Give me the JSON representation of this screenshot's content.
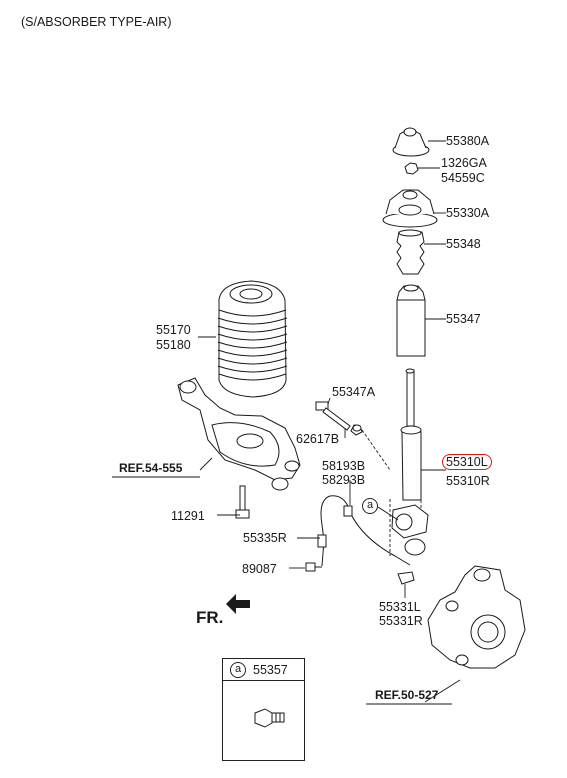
{
  "title": "(S/ABSORBER TYPE-AIR)",
  "labels": {
    "p55380A": "55380A",
    "p1326GA": "1326GA",
    "p54559C": "54559C",
    "p55330A": "55330A",
    "p55348": "55348",
    "p55347": "55347",
    "p55170": "55170",
    "p55180": "55180",
    "p55347A": "55347A",
    "p62617B": "62617B",
    "p58193B": "58193B",
    "p58293B": "58293B",
    "p55310L": "55310L",
    "p55310R": "55310R",
    "p11291": "11291",
    "p55335R": "55335R",
    "p89087": "89087",
    "p55331L": "55331L",
    "p55331R": "55331R"
  },
  "refs": {
    "ref_54_555": "REF.54-555",
    "ref_50_527": "REF.50-527"
  },
  "fr": "FR.",
  "callout_letter": "a",
  "legend": {
    "letter": "a",
    "part": "55357"
  },
  "colors": {
    "highlight": "#e01818",
    "line": "#1a1a1a"
  }
}
